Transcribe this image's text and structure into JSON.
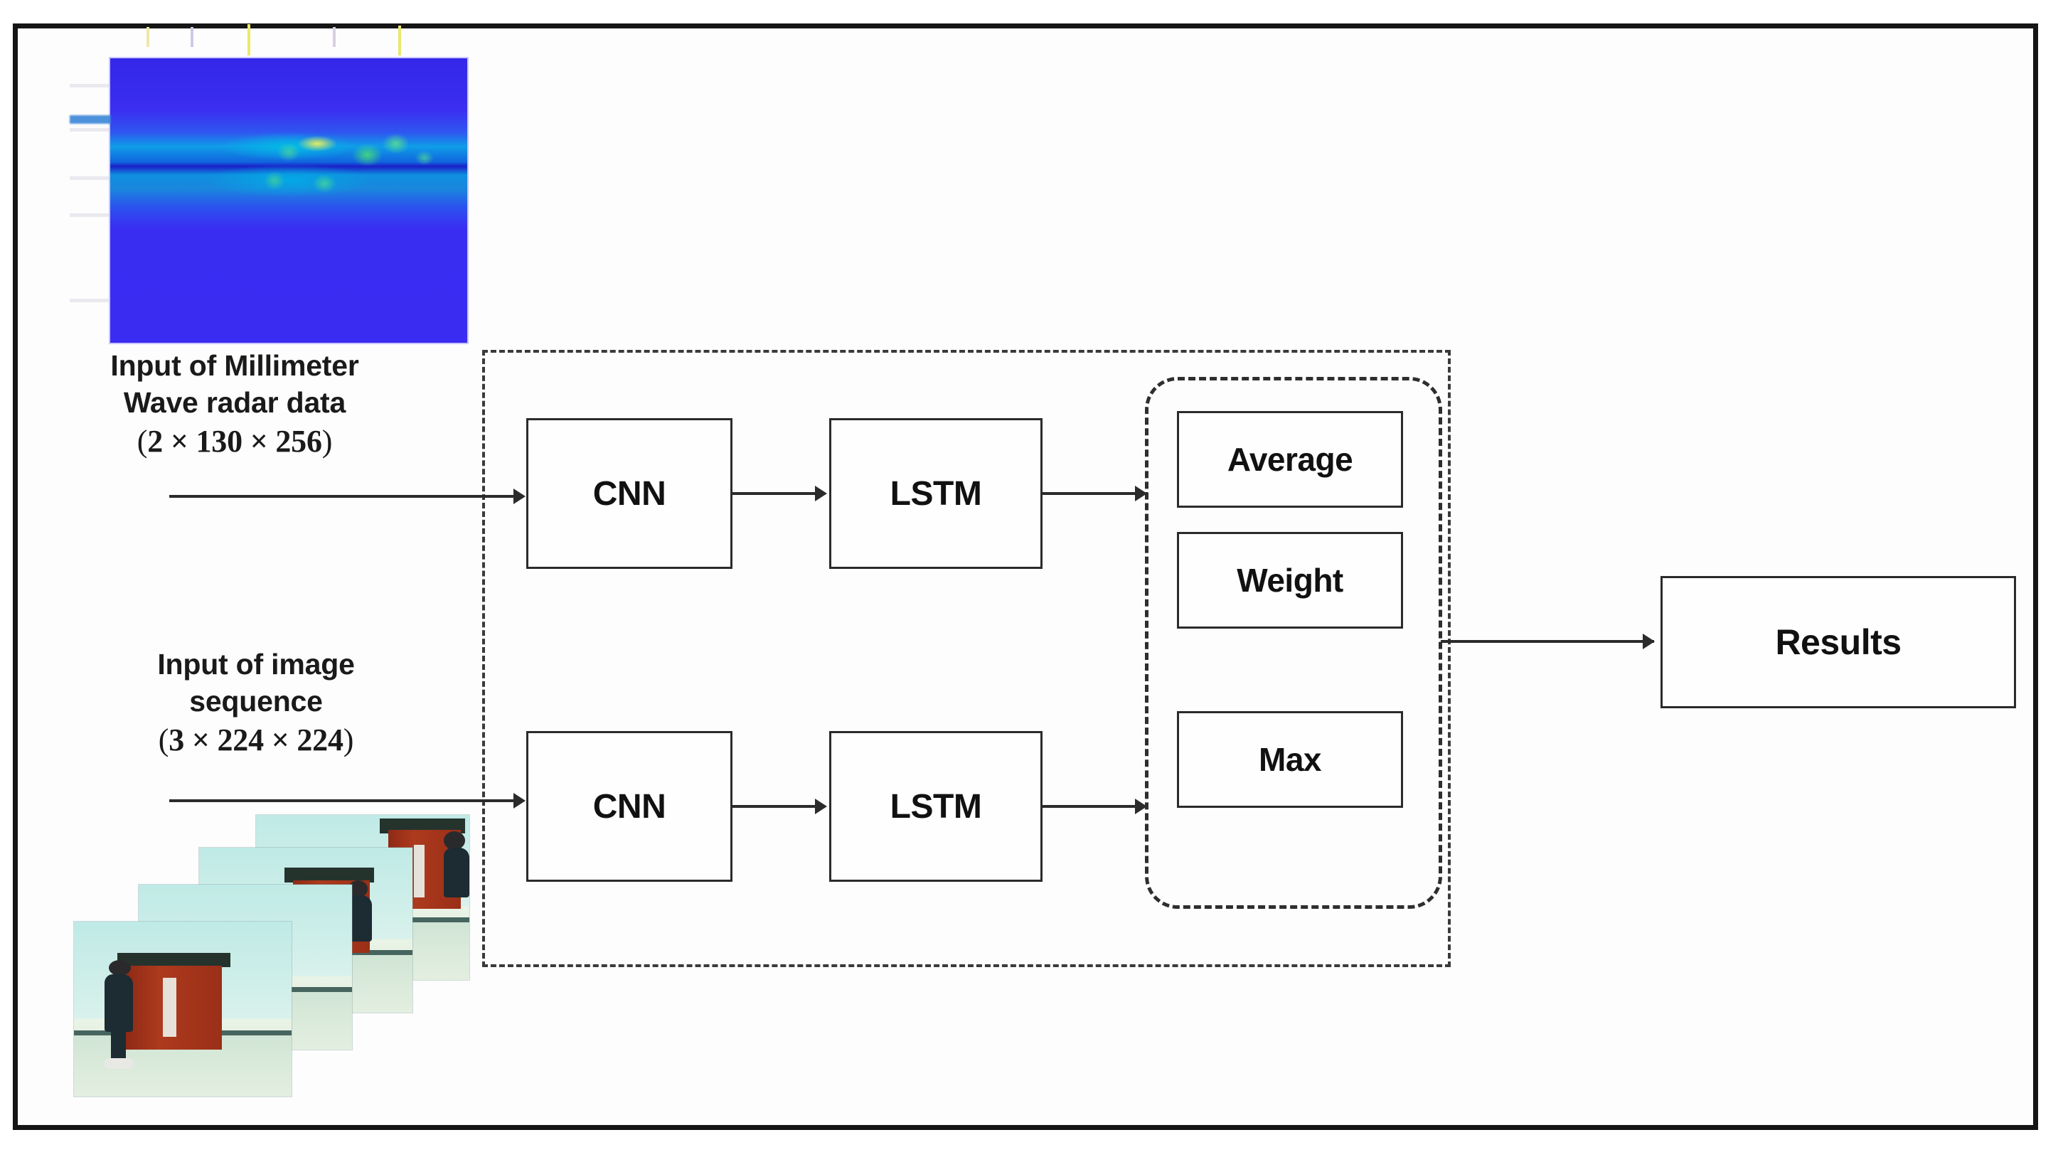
{
  "figure": {
    "type": "neural-network-architecture-diagram",
    "title": "Dual-stream CNN-LSTM fusion architecture for millimeter wave radar and image sequence"
  },
  "inputs": {
    "radar": {
      "caption_line1": "Input of Millimeter",
      "caption_line2": "Wave radar data",
      "dims_open": "(",
      "dims_body": "2 × 130 × 256",
      "dims_close": ")",
      "image_name": "micro-doppler-spectrogram",
      "image_description": "Blue micro-Doppler radar spectrogram with cyan and green energy bands",
      "colors": {
        "background": "#3b2cf2",
        "mid_band": "#0f9ee8",
        "peak": "#4ddc8c",
        "highlight": "#f0f05a"
      }
    },
    "video": {
      "caption_line1": "Input of image",
      "caption_line2": "sequence",
      "dims_open": "(",
      "dims_body": "3 × 224 × 224",
      "dims_close": ")",
      "image_name": "image-sequence-frame-stack",
      "image_description": "Stack of four video frames showing a person walking past a red door in a hallway",
      "frame_count": 4
    }
  },
  "pipeline": {
    "radar_branch": {
      "cnn_label": "CNN",
      "lstm_label": "LSTM"
    },
    "video_branch": {
      "cnn_label": "CNN",
      "lstm_label": "LSTM"
    }
  },
  "fusion": {
    "group_name": "fusion-strategies",
    "options": [
      {
        "label": "Average"
      },
      {
        "label": "Weight"
      },
      {
        "label": "Max"
      }
    ]
  },
  "output": {
    "label": "Results"
  },
  "style": {
    "stroke": "#2b2b2b",
    "dashed_stroke": "#3a3a3a",
    "frame_stroke": "#151515",
    "background": "#ffffff"
  }
}
